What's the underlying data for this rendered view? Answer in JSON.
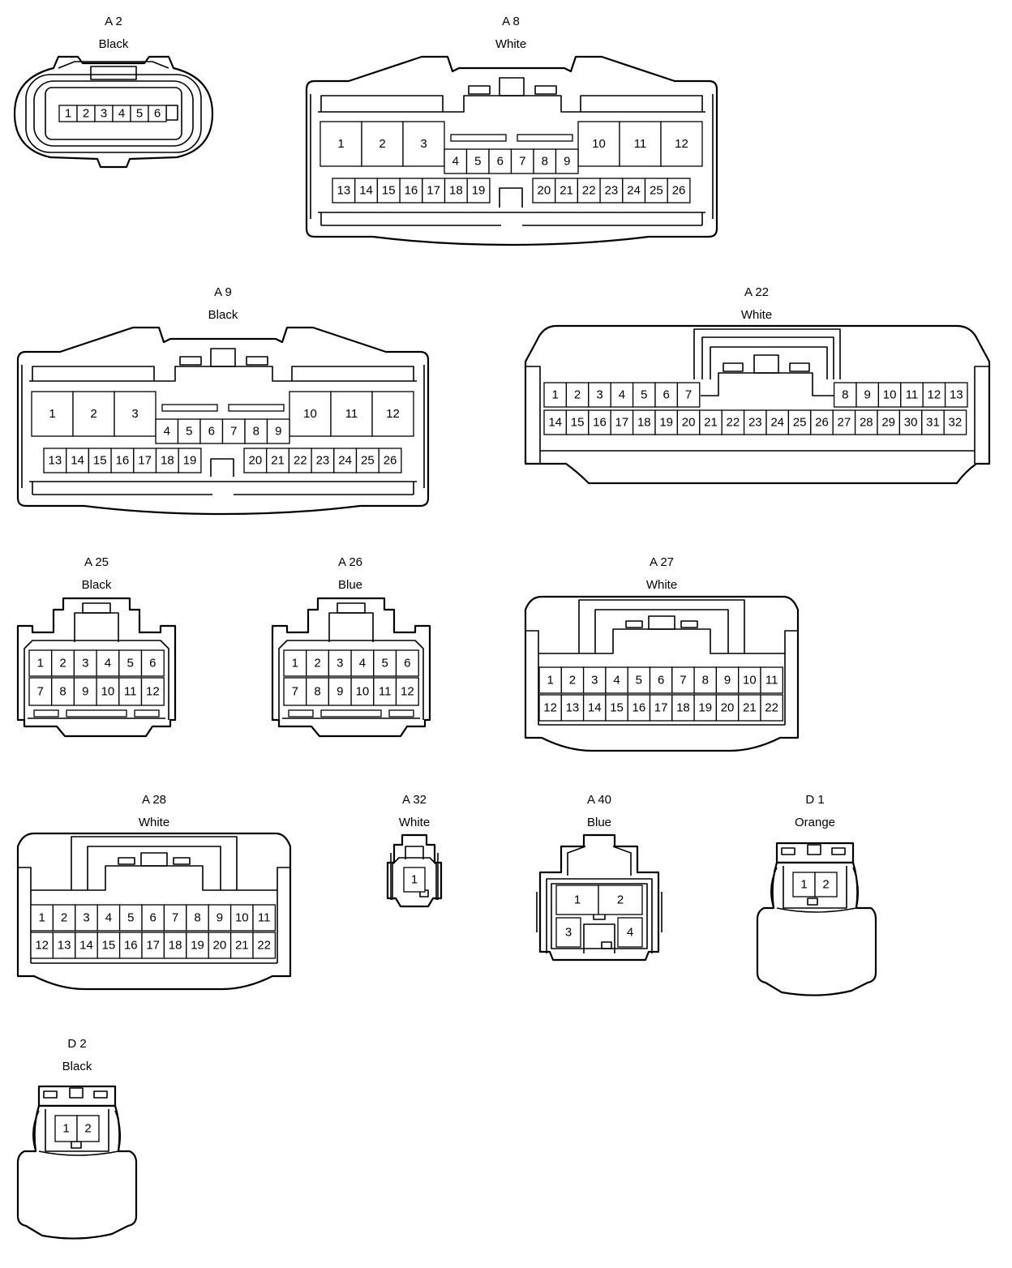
{
  "connectors": [
    {
      "id": "a2",
      "code": "A 2",
      "color": "Black",
      "cells": [
        [
          "1",
          "2",
          "3",
          "4",
          "5",
          "6"
        ]
      ]
    },
    {
      "id": "a8",
      "code": "A 8",
      "color": "White",
      "cells": [
        [
          "1",
          "2",
          "3"
        ],
        [
          "10",
          "11",
          "12"
        ],
        [
          "4",
          "5",
          "6",
          "7",
          "8",
          "9"
        ],
        [
          "13",
          "14",
          "15",
          "16",
          "17",
          "18",
          "19"
        ],
        [
          "20",
          "21",
          "22",
          "23",
          "24",
          "25",
          "26"
        ]
      ]
    },
    {
      "id": "a9",
      "code": "A 9",
      "color": "Black",
      "cells": [
        [
          "1",
          "2",
          "3"
        ],
        [
          "10",
          "11",
          "12"
        ],
        [
          "4",
          "5",
          "6",
          "7",
          "8",
          "9"
        ],
        [
          "13",
          "14",
          "15",
          "16",
          "17",
          "18",
          "19"
        ],
        [
          "20",
          "21",
          "22",
          "23",
          "24",
          "25",
          "26"
        ]
      ]
    },
    {
      "id": "a22",
      "code": "A 22",
      "color": "White",
      "cells": [
        [
          "1",
          "2",
          "3",
          "4",
          "5",
          "6",
          "7"
        ],
        [
          "8",
          "9",
          "10",
          "11",
          "12",
          "13"
        ],
        [
          "14",
          "15",
          "16",
          "17",
          "18",
          "19",
          "20",
          "21",
          "22",
          "23",
          "24",
          "25",
          "26",
          "27",
          "28",
          "29",
          "30",
          "31",
          "32"
        ]
      ]
    },
    {
      "id": "a25",
      "code": "A 25",
      "color": "Black",
      "cells": [
        [
          "1",
          "2",
          "3",
          "4",
          "5",
          "6"
        ],
        [
          "7",
          "8",
          "9",
          "10",
          "11",
          "12"
        ]
      ]
    },
    {
      "id": "a26",
      "code": "A 26",
      "color": "Blue",
      "cells": [
        [
          "1",
          "2",
          "3",
          "4",
          "5",
          "6"
        ],
        [
          "7",
          "8",
          "9",
          "10",
          "11",
          "12"
        ]
      ]
    },
    {
      "id": "a27",
      "code": "A 27",
      "color": "White",
      "cells": [
        [
          "1",
          "2",
          "3",
          "4",
          "5",
          "6",
          "7",
          "8",
          "9",
          "10",
          "11"
        ],
        [
          "12",
          "13",
          "14",
          "15",
          "16",
          "17",
          "18",
          "19",
          "20",
          "21",
          "22"
        ]
      ]
    },
    {
      "id": "a28",
      "code": "A 28",
      "color": "White",
      "cells": [
        [
          "1",
          "2",
          "3",
          "4",
          "5",
          "6",
          "7",
          "8",
          "9",
          "10",
          "11"
        ],
        [
          "12",
          "13",
          "14",
          "15",
          "16",
          "17",
          "18",
          "19",
          "20",
          "21",
          "22"
        ]
      ]
    },
    {
      "id": "a32",
      "code": "A 32",
      "color": "White",
      "cells": [
        [
          "1"
        ]
      ]
    },
    {
      "id": "a40",
      "code": "A 40",
      "color": "Blue",
      "cells": [
        [
          "1",
          "2"
        ],
        [
          "3",
          "4"
        ]
      ]
    },
    {
      "id": "d1",
      "code": "D 1",
      "color": "Orange",
      "cells": [
        [
          "1",
          "2"
        ]
      ]
    },
    {
      "id": "d2",
      "code": "D 2",
      "color": "Black",
      "cells": [
        [
          "1",
          "2"
        ]
      ]
    }
  ]
}
